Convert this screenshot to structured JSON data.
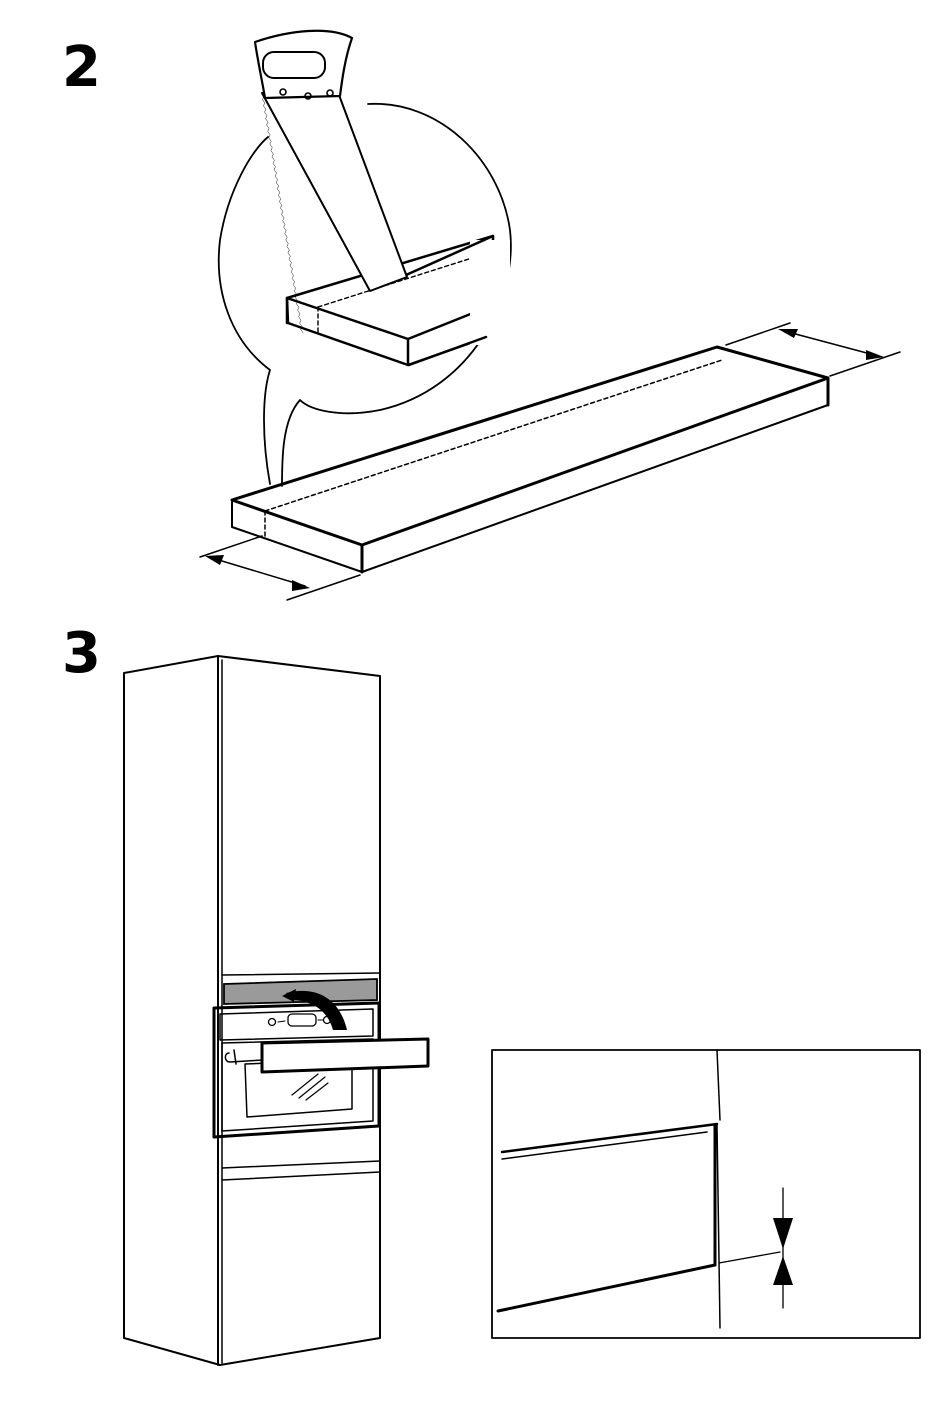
{
  "steps": {
    "step2_label": "2",
    "step3_label": "3"
  },
  "illustrations": {
    "step2": [
      "saw-icon",
      "magnified-cut-detail",
      "trim-strip",
      "width-dimension-arrows"
    ],
    "step3": [
      "tall-cabinet",
      "built-in-oven",
      "trim-strip-being-inserted",
      "gap-detail-inset"
    ]
  },
  "colors": {
    "line": "#000000",
    "background": "#ffffff",
    "filler_strip": "#9a9a9a"
  }
}
